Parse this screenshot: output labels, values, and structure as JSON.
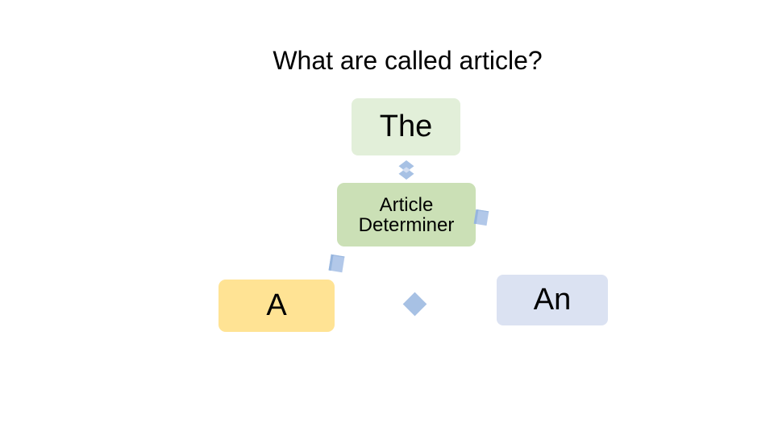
{
  "slide": {
    "title": "What are called article?"
  },
  "diagram": {
    "nodes": {
      "the": {
        "label": "The"
      },
      "article": {
        "label": "Article\nDeterminer"
      },
      "a": {
        "label": "A"
      },
      "an": {
        "label": "An"
      }
    },
    "icons": {
      "double_diamond": "double-diamond-connector",
      "square_right": "tilted-square-connector",
      "square_left": "tilted-square-connector",
      "diamond": "diamond-connector"
    }
  },
  "colors": {
    "background": "#ffffff",
    "title_text": "#000000",
    "node_text": "#000000",
    "node_the_bg": "#e2efd9",
    "node_article_bg": "#cbe0b6",
    "node_a_bg": "#ffe394",
    "node_an_bg": "#dbe2f2",
    "connector": "#a7c1e4",
    "connector_overlap": "#d2def2",
    "connector_square": "#b2c8e9",
    "connector_square_edge": "#96b5de"
  }
}
